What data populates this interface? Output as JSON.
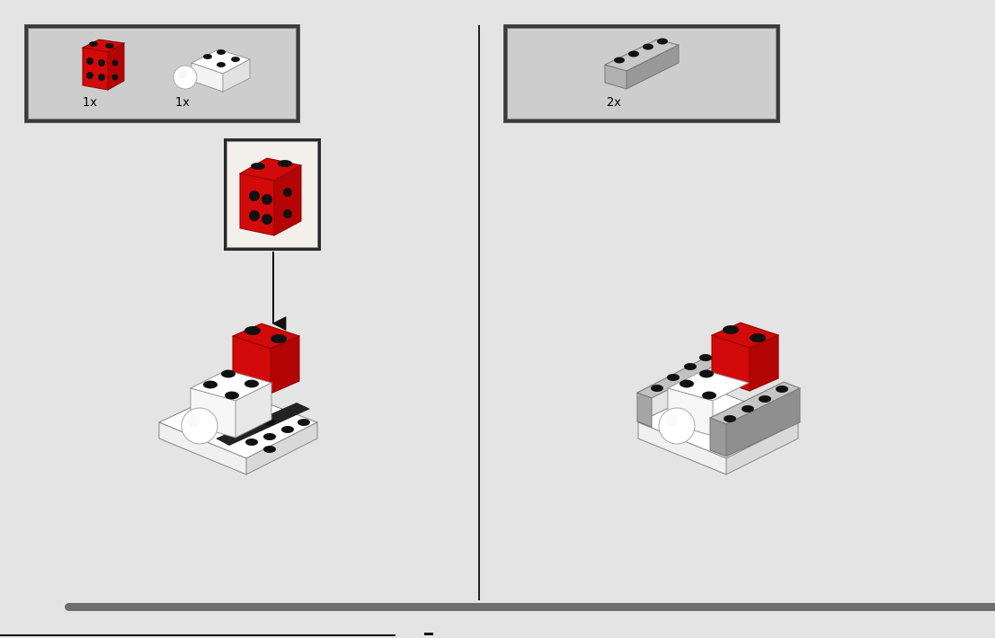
{
  "colors": {
    "background": "#e4e4e4",
    "parts_box_fill": "#cdcdcd",
    "callout_fill": "#f3f0ec",
    "brick_red": "#d20a0a",
    "brick_red_dark": "#8c0000",
    "brick_white": "#ffffff",
    "brick_gray": "#a8a8a8",
    "stud_black": "#111111",
    "divider": "#222222",
    "progress": "#6e6e6e",
    "bottom_strip": "#111111"
  },
  "steps": {
    "left": {
      "parts": [
        {
          "name": "red-2x2-brick-with-side-studs",
          "qty": "1x"
        },
        {
          "name": "white-light-brick",
          "qty": "1x"
        }
      ]
    },
    "right": {
      "parts": [
        {
          "name": "gray-1x4-brick",
          "qty": "2x"
        }
      ]
    }
  },
  "icons": {
    "callout_arrow": "down-arrow-icon"
  }
}
